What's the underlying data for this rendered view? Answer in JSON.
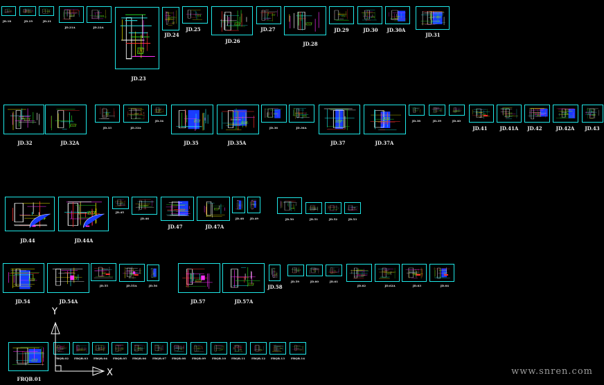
{
  "labels": {
    "r1a": "JD.18",
    "r1b": "JD.19",
    "r1c": "JD.21",
    "r1d": "JD.21A",
    "r1e": "JD.22A",
    "r1f": "JD.23",
    "r1g": "JD.24",
    "r1h": "JD.25",
    "r1i": "JD.26",
    "r1j": "JD.27",
    "r1k": "JD.28",
    "r1l": "JD.29",
    "r1m": "JD.30",
    "r1n": "JD.30A",
    "r1o": "JD.31",
    "r2a": "JD.32",
    "r2b": "JD.32A",
    "r2c": "JD.33",
    "r2d": "JD.33A",
    "r2e": "JD.34",
    "r2f": "JD.35",
    "r2g": "JD.35A",
    "r2h": "JD.36",
    "r2i": "JD.36A",
    "r2j": "JD.37",
    "r2k": "JD.37A",
    "r2l": "JD.38",
    "r2m": "JD.39",
    "r2n": "JD.40",
    "r2o": "JD.41",
    "r2p": "JD.41A",
    "r2q": "JD.42",
    "r2r": "JD.42A",
    "r2s": "JD.43",
    "r3a": "JD.44",
    "r3b": "JD.44A",
    "r3c": "JD.45",
    "r3d": "JD.46",
    "r3e": "JD.47",
    "r3f": "JD.47A",
    "r3g": "JD.48",
    "r3h": "JD.49",
    "r3i": "JD.50",
    "r3j": "JD.51",
    "r3k": "JD.52",
    "r3l": "JD.53",
    "r4a": "JD.54",
    "r4b": "JD.54A",
    "r4c": "JD.55",
    "r4d": "JD.55A",
    "r4e": "JD.56",
    "r4f": "JD.57",
    "r4g": "JD.57A",
    "r4h": "JD.58",
    "r4i": "JD.59",
    "r4j": "JD.60",
    "r4k": "JD.61",
    "r4l": "JD.62",
    "r4m": "JD.62A",
    "r4n": "JD.63",
    "r4o": "JD.64",
    "r5a": "FRQB.01",
    "r5b": "FRQB.02",
    "r5c": "FRQB.03",
    "r5d": "FRQB.04",
    "r5e": "FRQB.05",
    "r5f": "FRQB.06",
    "r5g": "FRQB.07",
    "r5h": "FRQB.08",
    "r5i": "FRQB.09",
    "r5j": "FRQB.10",
    "r5k": "FRQB.11",
    "r5l": "FRQB.12",
    "r5m": "FRQB.13",
    "r5n": "FRQB.14"
  },
  "ucs": {
    "y": "Y",
    "x": "X"
  },
  "watermark": "www.snren.com",
  "colors": {
    "background": "#000000",
    "frame": "#1fe8e8",
    "label": "#f2f2f2",
    "green": "#22d322",
    "yellow": "#e8e800",
    "blue": "#1a3cff",
    "magenta": "#ff30ff",
    "red": "#ff3030",
    "white": "#ffffff"
  }
}
